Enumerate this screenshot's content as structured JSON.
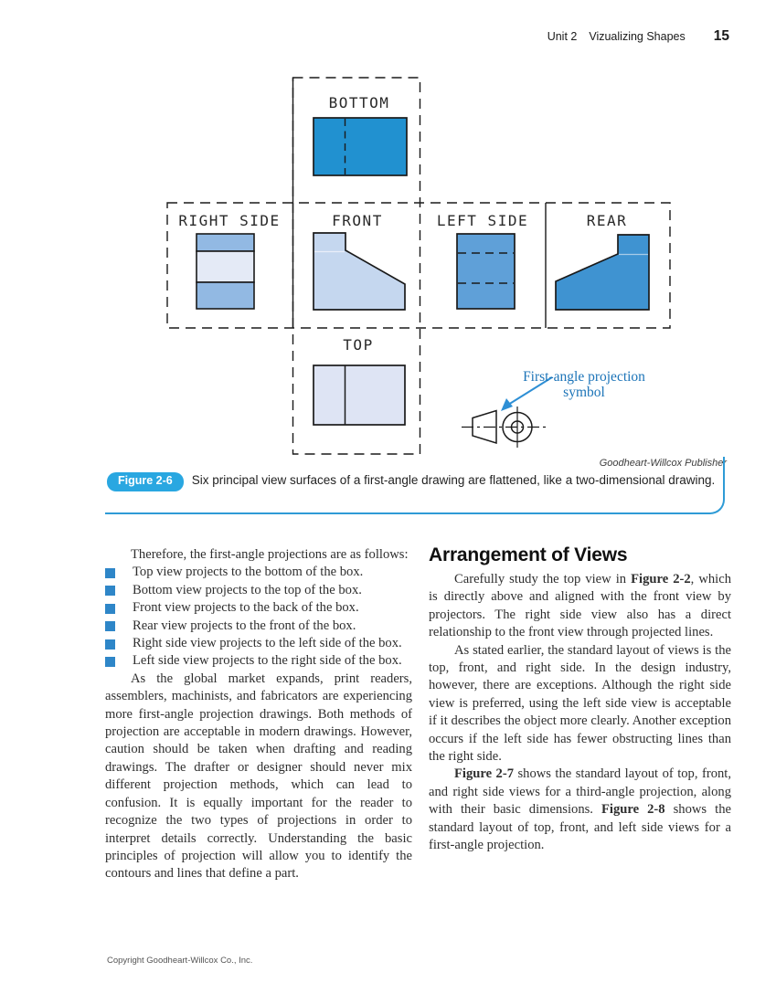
{
  "header": {
    "unit_label": "Unit 2",
    "chapter_title": "Vizualizing Shapes",
    "page_number": "15"
  },
  "figure": {
    "view_labels": {
      "bottom": "BOTTOM",
      "right_side": "RIGHT SIDE",
      "front": "FRONT",
      "left_side": "LEFT SIDE",
      "rear": "REAR",
      "top": "TOP"
    },
    "symbol_label_line1": "First-angle projection",
    "symbol_label_line2": "symbol",
    "credit": "Goodheart-Willcox Publisher",
    "caption_tag": "Figure 2-6",
    "caption_text": "Six principal view surfaces of a first-angle drawing are flattened, like a two-dimensional drawing.",
    "colors": {
      "view_bottom": "#2191d0",
      "view_right_bands": "#92b9e3",
      "view_right_middle": "#e4eaf6",
      "view_front": "#c5d7ef",
      "view_left": "#5fa0d8",
      "view_rear": "#3f93d1",
      "view_top": "#dee4f4",
      "caption_pill": "#29a7e1",
      "frame_rule": "#2e9bd6",
      "callout_text": "#1c74b8",
      "bullet": "#2e86c8"
    }
  },
  "left_column": {
    "intro": "Therefore, the first-angle projections are as follows:",
    "bullets": [
      "Top view projects to the bottom of the box.",
      "Bottom view projects to the top of the box.",
      "Front view projects to the back of the box.",
      "Rear view projects to the front of the box.",
      "Right side view projects to the left side of the box.",
      "Left side view projects to the right side of the box."
    ],
    "paragraph": "As the global market expands, print readers, assemblers, machinists, and fabricators are experiencing more first-angle projection drawings. Both methods of projection are acceptable in modern drawings. However, caution should be taken when drafting and reading drawings. The drafter or designer should never mix different projection methods, which can lead to confusion. It is equally important for the reader to recognize the two types of projections in order to interpret details correctly. Understanding the basic principles of projection will allow you to identify the contours and lines that define a part."
  },
  "right_column": {
    "heading": "Arrangement of Views",
    "paragraphs": [
      [
        {
          "text": "Carefully study the top view in ",
          "bold": false
        },
        {
          "text": "Figure 2-2",
          "bold": true
        },
        {
          "text": ", which is directly above and aligned with the front view by projectors. The right side view also has a direct relationship to the front view through projected lines.",
          "bold": false
        }
      ],
      [
        {
          "text": "As stated earlier, the standard layout of views is the top, front, and right side. In the design industry, however, there are exceptions. Although the right side view is preferred, using the left side view is acceptable if it describes the object more clearly. Another exception occurs if the left side has fewer obstructing lines than the right side.",
          "bold": false
        }
      ],
      [
        {
          "text": "Figure 2-7",
          "bold": true
        },
        {
          "text": " shows the standard layout of top, front, and right side views for a third-angle projection, along with their basic dimensions. ",
          "bold": false
        },
        {
          "text": "Figure 2-8",
          "bold": true
        },
        {
          "text": " shows the standard layout of top, front, and left side views for a first-angle projection.",
          "bold": false
        }
      ]
    ]
  },
  "footer": {
    "copyright": "Copyright Goodheart-Willcox Co., Inc."
  }
}
